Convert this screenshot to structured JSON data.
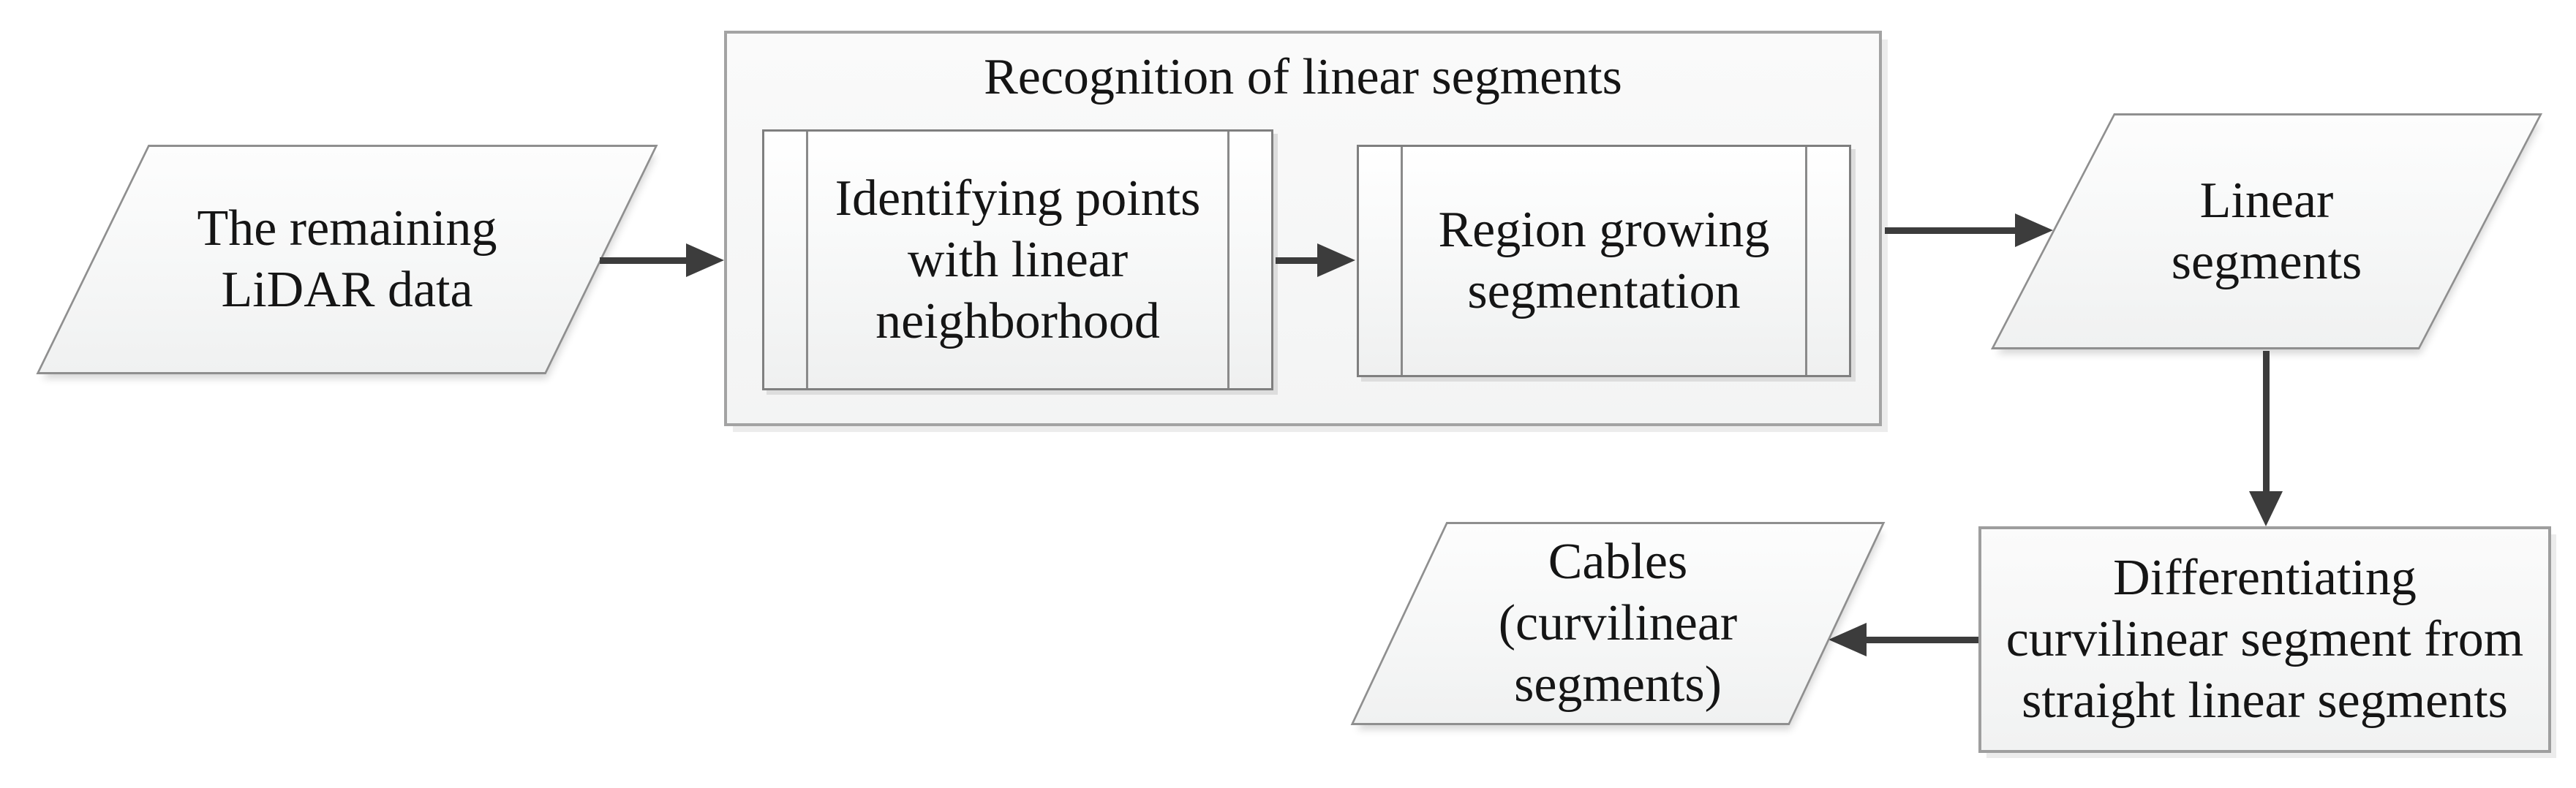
{
  "figure": {
    "type": "flowchart",
    "description": "LiDAR cable-recognition processing pipeline"
  },
  "nodes": {
    "input": {
      "label": "The remaining\nLiDAR data",
      "shape": "parallelogram"
    },
    "recognition": {
      "title": "Recognition of linear segments",
      "shape": "container"
    },
    "identify": {
      "label": "Identifying points\nwith linear\nneighborhood",
      "shape": "predefined-process"
    },
    "region_growing": {
      "label": "Region growing\nsegmentation",
      "shape": "predefined-process"
    },
    "linear_segments": {
      "label": "Linear\nsegments",
      "shape": "parallelogram"
    },
    "differentiate": {
      "label": "Differentiating\ncurvilinear segment from\nstraight linear segments",
      "shape": "process"
    },
    "cables": {
      "label": "Cables\n(curvilinear\nsegments)",
      "shape": "parallelogram"
    }
  },
  "edges": [
    {
      "from": "input",
      "to": "recognition",
      "direction": "right"
    },
    {
      "from": "identify",
      "to": "region_growing",
      "direction": "right"
    },
    {
      "from": "recognition",
      "to": "linear_segments",
      "direction": "right"
    },
    {
      "from": "linear_segments",
      "to": "differentiate",
      "direction": "down"
    },
    {
      "from": "differentiate",
      "to": "cables",
      "direction": "left"
    }
  ],
  "colors": {
    "arrow": "#3c3c3c",
    "container_border": "#a3a3a3",
    "process_border": "#7f7f7f",
    "parallelogram_border": "#8f8f8f",
    "text": "#151515",
    "fill_light": "#f6f7f7"
  }
}
